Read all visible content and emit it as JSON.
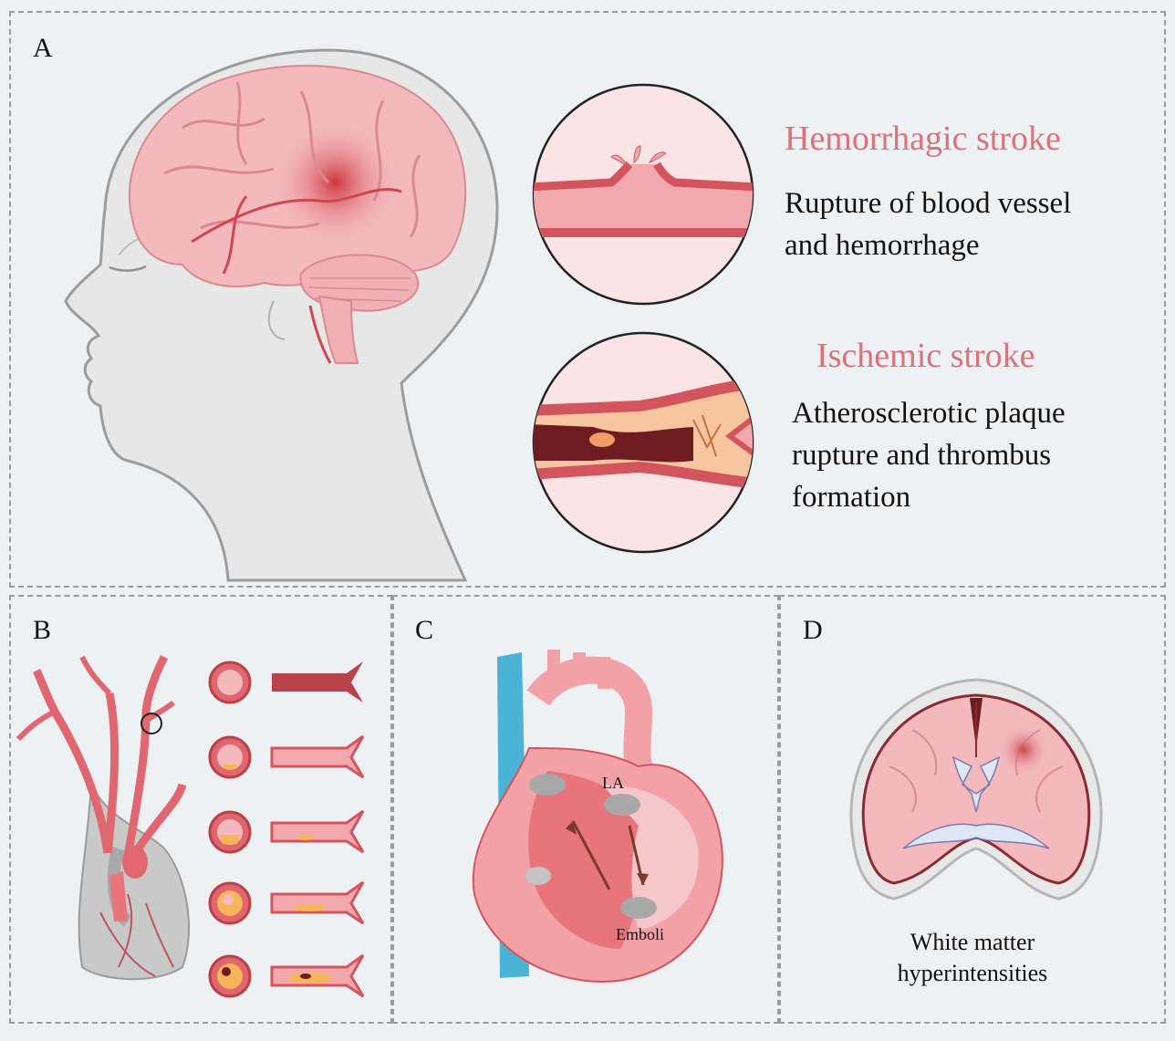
{
  "panels": {
    "a": {
      "letter": "A",
      "hemorrhagic": {
        "title": "Hemorrhagic stroke",
        "line1": "Rupture of blood vessel",
        "line2": "and hemorrhage"
      },
      "ischemic": {
        "title": "Ischemic stroke",
        "line1": "Atherosclerotic plaque",
        "line2": "rupture and thrombus",
        "line3": "formation"
      }
    },
    "b": {
      "letter": "B"
    },
    "c": {
      "letter": "C",
      "la_label": "LA",
      "emboli_label": "Emboli"
    },
    "d": {
      "letter": "D",
      "caption_line1": "White matter",
      "caption_line2": "hyperintensities"
    }
  },
  "colors": {
    "accent_red": "#d9737b",
    "brain_pink": "#f3b9bd",
    "vessel_red": "#e0666f",
    "vein_blue": "#4ab3d6",
    "plaque_yellow": "#f7b55a",
    "panel_bg": "#eef1f4"
  }
}
